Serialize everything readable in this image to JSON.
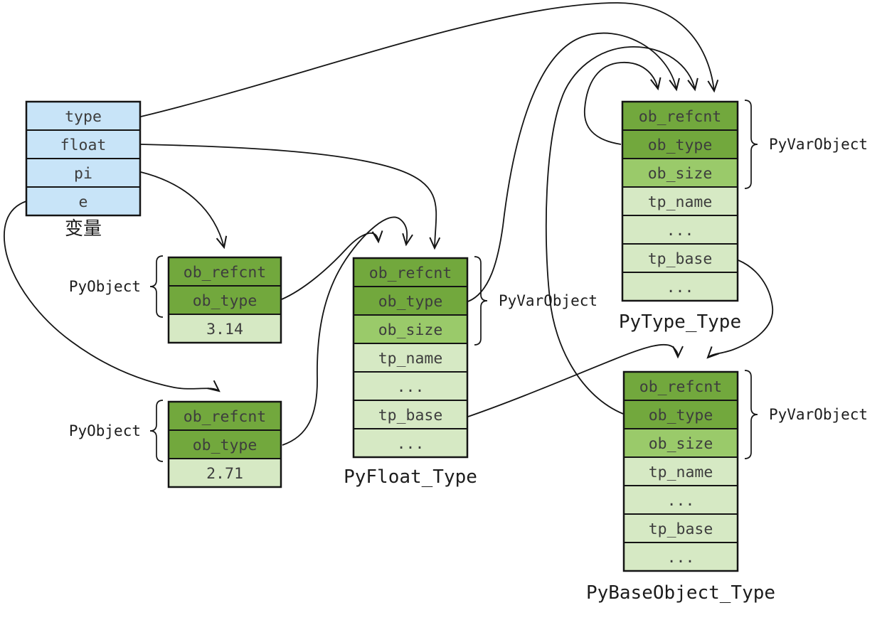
{
  "diagram_title": "Python float object and type object reference diagram",
  "colors": {
    "variables_fill": "#c8e4f8",
    "struct_header_fill": "#72a83d",
    "struct_size_fill": "#9aca6a",
    "struct_body_fill": "#d6e9c4",
    "line": "#141414",
    "field_text": "#3d3d3d",
    "background": "#ffffff"
  },
  "variables": {
    "label": "变量",
    "rows": [
      "type",
      "float",
      "pi",
      "e"
    ]
  },
  "labels": {
    "py_object": "PyObject",
    "py_var_object": "PyVarObject"
  },
  "objects": {
    "pi_obj": {
      "fields": [
        "ob_refcnt",
        "ob_type"
      ],
      "value": "3.14"
    },
    "e_obj": {
      "fields": [
        "ob_refcnt",
        "ob_type"
      ],
      "value": "2.71"
    }
  },
  "type_fields": [
    "ob_refcnt",
    "ob_type",
    "ob_size",
    "tp_name",
    "...",
    "tp_base",
    "..."
  ],
  "types": {
    "pyfloat": {
      "title": "PyFloat_Type"
    },
    "pytype": {
      "title": "PyType_Type"
    },
    "pybase": {
      "title": "PyBaseObject_Type"
    }
  },
  "edges": [
    {
      "from": "variables.type",
      "to": "PyType_Type"
    },
    {
      "from": "variables.float",
      "to": "PyFloat_Type"
    },
    {
      "from": "variables.pi",
      "to": "float_object_3.14"
    },
    {
      "from": "variables.e",
      "to": "float_object_2.71"
    },
    {
      "from": "float_object_3.14.ob_type",
      "to": "PyFloat_Type"
    },
    {
      "from": "float_object_2.71.ob_type",
      "to": "PyFloat_Type"
    },
    {
      "from": "PyFloat_Type.ob_type",
      "to": "PyType_Type"
    },
    {
      "from": "PyBaseObject_Type.ob_type",
      "to": "PyType_Type"
    },
    {
      "from": "PyType_Type.ob_type",
      "to": "PyType_Type"
    },
    {
      "from": "PyType_Type.tp_base",
      "to": "PyBaseObject_Type"
    },
    {
      "from": "PyFloat_Type.tp_base",
      "to": "PyBaseObject_Type"
    }
  ]
}
